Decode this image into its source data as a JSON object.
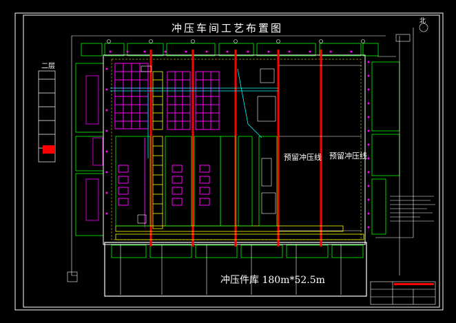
{
  "title": "冲压车间工艺布置图",
  "floor_label": "二层",
  "reserved_line_1": "预留冲压线",
  "reserved_line_2": "预留冲压线",
  "bottom_label": "冲压件库 180m*52.5m",
  "north_label": "北",
  "colors": {
    "frame": "#ffffff",
    "column_line": "#ff0000",
    "magenta": "#ff00ff",
    "green": "#00ff00",
    "yellow": "#ffff00",
    "cyan": "#00ffff"
  }
}
